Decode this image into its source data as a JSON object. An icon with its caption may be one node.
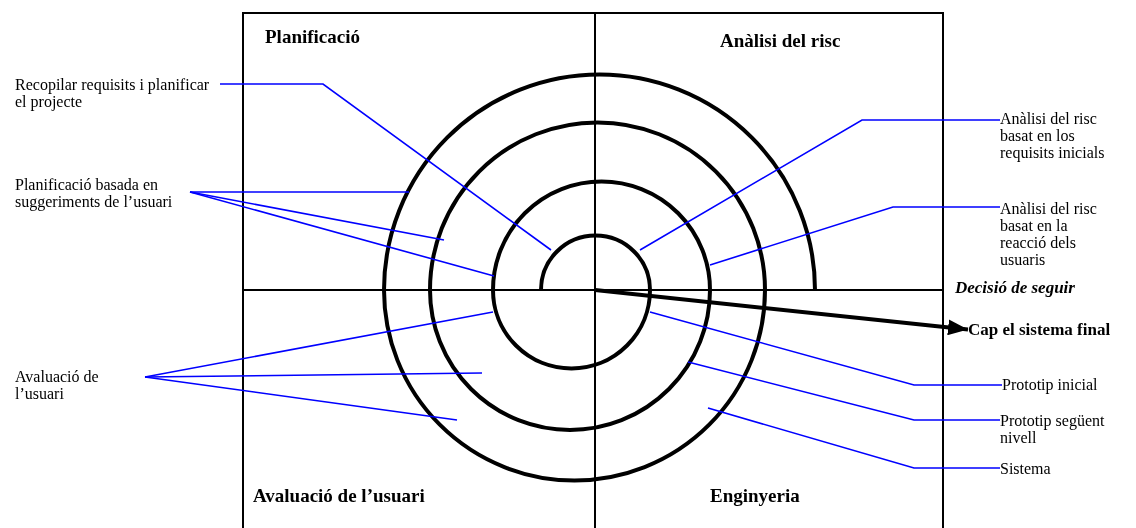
{
  "diagram": {
    "nodes": [
      {
        "text": [
          "Recopilar requisits i planificar el projecte"
        ]
      },
      {
        "text": [
          "Planificació basada en suggeriments de l’usuari"
        ]
      },
      {
        "text": [
          "Avaluació de l’usuari"
        ]
      },
      {
        "text": [
          "Anàlisi del risc basat en los requisits inicials"
        ]
      },
      {
        "text": [
          "Anàlisi del risc basat en la reacció dels usuaris"
        ]
      },
      {
        "text": [
          "Cap el sistema final"
        ]
      },
      {
        "text": [
          "Prototip inicial"
        ]
      },
      {
        "text": [
          "Prototip següent nivell"
        ]
      },
      {
        "text": [
          "Sistema"
        ]
      }
    ],
    "edges": [
      {
        "from": 0,
        "to": null,
        "arrow": "none"
      },
      {
        "from": 1,
        "to": null,
        "arrow": "none"
      },
      {
        "from": 1,
        "to": null,
        "arrow": "none"
      },
      {
        "from": 1,
        "to": null,
        "arrow": "none"
      },
      {
        "from": 2,
        "to": null,
        "arrow": "none"
      },
      {
        "from": 2,
        "to": null,
        "arrow": "none"
      },
      {
        "from": 2,
        "to": null,
        "arrow": "none"
      },
      {
        "from": 3,
        "to": null,
        "arrow": "none"
      },
      {
        "from": 4,
        "to": null,
        "arrow": "none"
      },
      {
        "from": null,
        "to": 5,
        "arrow": "to",
        "style": "thick",
        "color": "#000000"
      },
      {
        "from": 6,
        "to": null,
        "arrow": "none"
      },
      {
        "from": 7,
        "to": null,
        "arrow": "none"
      },
      {
        "from": 8,
        "to": null,
        "arrow": "none"
      }
    ],
    "labels": [
      "Planificació",
      "Anàlisi del risc",
      "Decisió de seguir",
      "Avaluació de l’usuari",
      "Enginyeria"
    ]
  }
}
